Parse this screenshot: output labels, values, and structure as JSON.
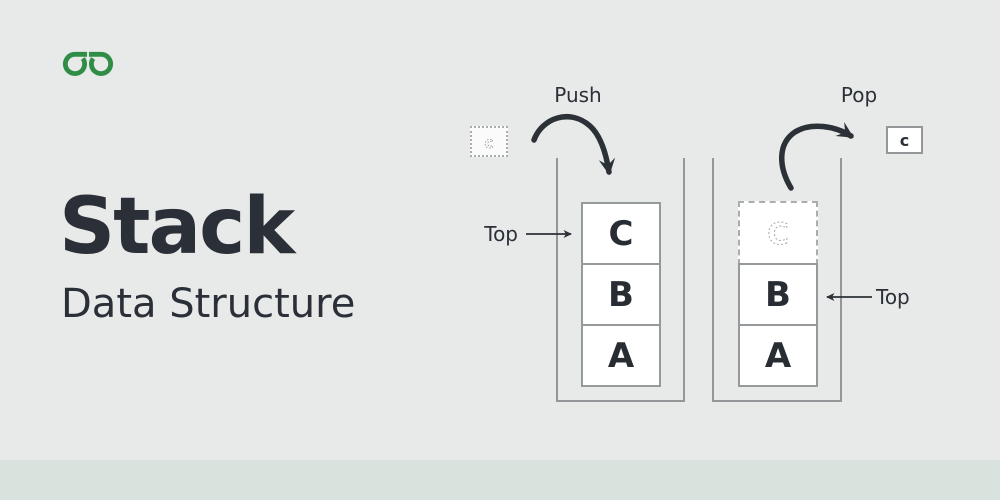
{
  "page": {
    "background_color": "#e8eae9",
    "footer_strip_color": "#d9e2dc",
    "ink_color": "#2b3038"
  },
  "brand": {
    "logo_icon": "geeksforgeeks-logo",
    "logo_color": "#2f8d46"
  },
  "title": {
    "heading": "Stack",
    "subheading": "Data Structure"
  },
  "push_diagram": {
    "operation_label": "Push",
    "incoming_item": "c",
    "top_label": "Top",
    "stack_items": [
      "C",
      "B",
      "A"
    ]
  },
  "pop_diagram": {
    "operation_label": "Pop",
    "popped_item": "c",
    "ghost_item": "C",
    "top_label": "Top",
    "stack_items": [
      "B",
      "A"
    ]
  }
}
